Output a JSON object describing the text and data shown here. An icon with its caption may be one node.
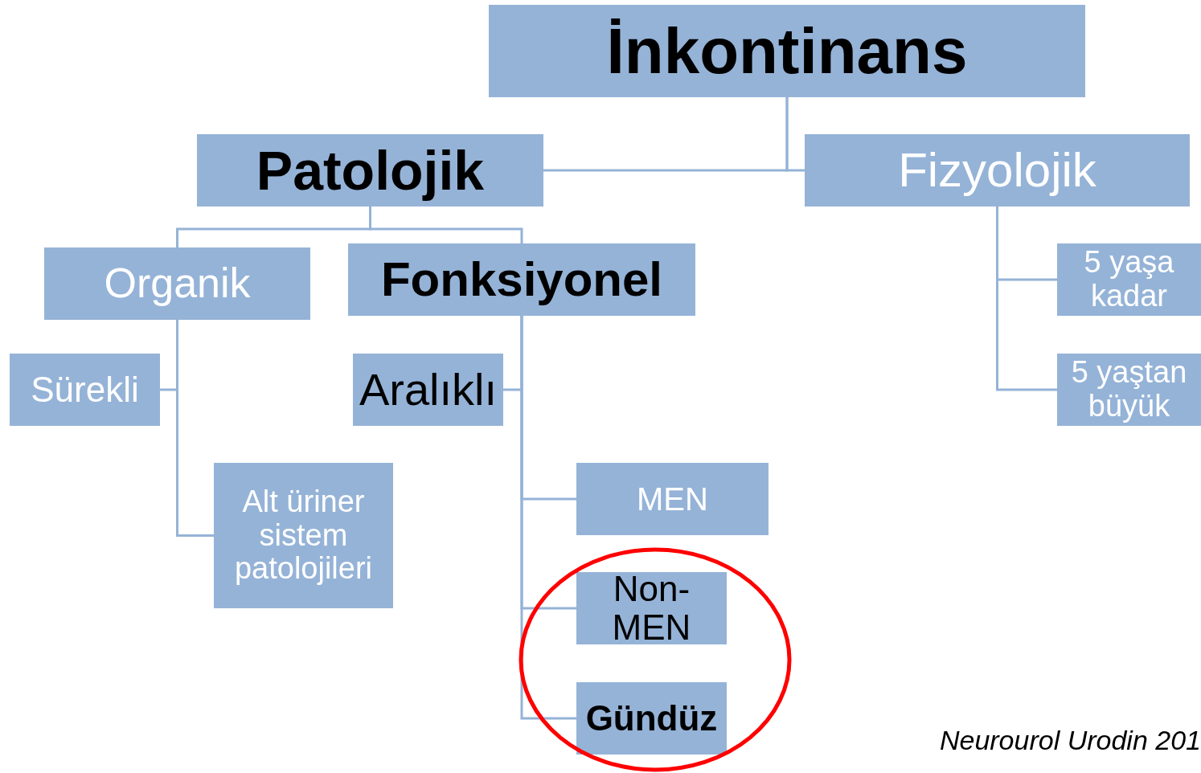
{
  "diagram": {
    "nodes": [
      {
        "text": [
          "İnkontinans"
        ]
      },
      {
        "text": [
          "Patolojik"
        ]
      },
      {
        "text": [
          "Fizyolojik"
        ]
      },
      {
        "text": [
          "Organik"
        ]
      },
      {
        "text": [
          "Fonksiyonel"
        ]
      },
      {
        "text": [
          "Sürekli"
        ]
      },
      {
        "text": [
          "Alt üriner sistem patolojileri"
        ]
      },
      {
        "text": [
          "Aralıklı"
        ]
      },
      {
        "text": [
          "MEN"
        ]
      },
      {
        "text": [
          "Non-MEN"
        ]
      },
      {
        "text": [
          "Gündüz"
        ]
      },
      {
        "text": [
          "5 yaşa kadar"
        ]
      },
      {
        "text": [
          "5 yaştan büyük"
        ]
      }
    ],
    "edges": [
      {
        "from": 0,
        "to": 1,
        "arrow": "none"
      },
      {
        "from": 0,
        "to": 2,
        "arrow": "none"
      },
      {
        "from": 1,
        "to": 3,
        "arrow": "none"
      },
      {
        "from": 1,
        "to": 4,
        "arrow": "none"
      },
      {
        "from": 3,
        "to": 5,
        "arrow": "none"
      },
      {
        "from": 3,
        "to": 6,
        "arrow": "none"
      },
      {
        "from": 4,
        "to": 7,
        "arrow": "none"
      },
      {
        "from": 4,
        "to": 8,
        "arrow": "none"
      },
      {
        "from": 4,
        "to": 9,
        "arrow": "none"
      },
      {
        "from": 4,
        "to": 10,
        "arrow": "none"
      },
      {
        "from": 2,
        "to": 11,
        "arrow": "none"
      },
      {
        "from": 2,
        "to": 12,
        "arrow": "none"
      }
    ],
    "labels": [
      "Neurourol Urodin 201"
    ]
  }
}
